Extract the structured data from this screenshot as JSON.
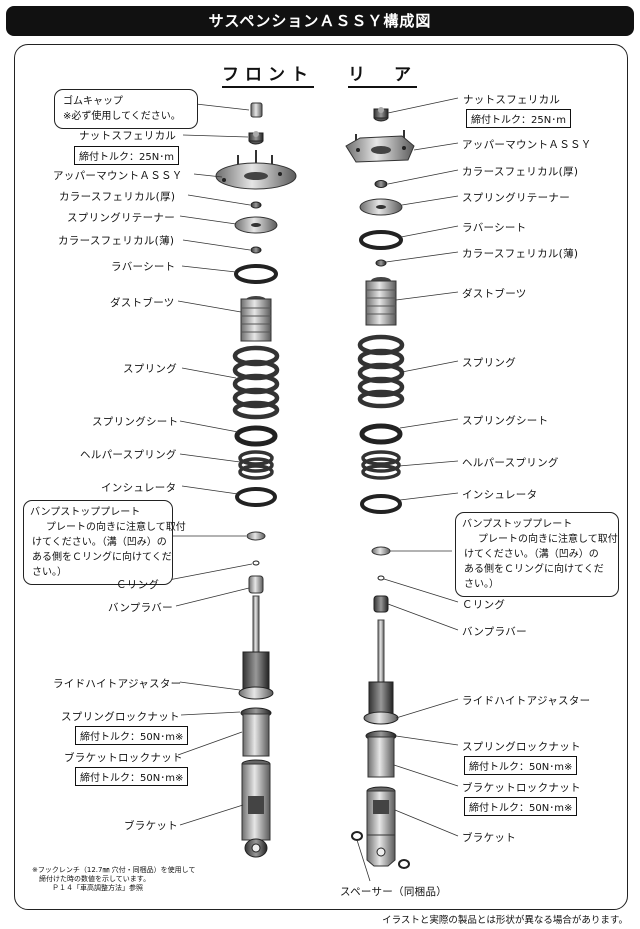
{
  "header": {
    "title": "サスペンションＡＳＳＹ構成図"
  },
  "columns": {
    "front": "フロント",
    "rear": "リ　ア"
  },
  "front": {
    "rubber_cap_note": {
      "title": "ゴムキャップ",
      "body": "※必ず使用してください。"
    },
    "nut_spherical": "ナットスフェリカル",
    "torque_25": "締付トルク：25N･m",
    "upper_mount": "アッパーマウントＡＳＳＹ",
    "collar_thick": "カラースフェリカル(厚)",
    "spring_retainer": "スプリングリテーナー",
    "collar_thin": "カラースフェリカル(薄)",
    "rubber_seat": "ラバーシート",
    "dust_boots": "ダストブーツ",
    "spring": "スプリング",
    "spring_seat": "スプリングシート",
    "helper_spring": "ヘルパースプリング",
    "insulator": "インシュレータ",
    "bump_plate_note": {
      "title": "バンプストッププレート",
      "lines": [
        "プレートの向きに注意して取付",
        "けてください。（溝（凹み）の",
        "ある側をＣリングに向けてくだ",
        "さい。）"
      ]
    },
    "c_ring": "Ｃリング",
    "bump_rubber": "バンプラバー",
    "ride_height": "ライドハイトアジャスター",
    "spring_lock_nut": "スプリングロックナット",
    "torque_50a": "締付トルク：50N･m※",
    "bracket_lock_nut": "ブラケットロックナット",
    "torque_50b": "締付トルク：50N･m※",
    "bracket": "ブラケット"
  },
  "rear": {
    "nut_spherical": "ナットスフェリカル",
    "torque_25": "締付トルク：25N･m",
    "upper_mount": "アッパーマウントＡＳＳＹ",
    "collar_thick": "カラースフェリカル(厚)",
    "spring_retainer": "スプリングリテーナー",
    "rubber_seat": "ラバーシート",
    "collar_thin": "カラースフェリカル(薄)",
    "dust_boots": "ダストブーツ",
    "spring": "スプリング",
    "spring_seat": "スプリングシート",
    "helper_spring": "ヘルパースプリング",
    "insulator": "インシュレータ",
    "bump_plate_note": {
      "title": "バンプストッププレート",
      "lines": [
        "プレートの向きに注意して取付",
        "けてください。（溝（凹み）の",
        "ある側をＣリングに向けてくだ",
        "さい。）"
      ]
    },
    "c_ring": "Ｃリング",
    "bump_rubber": "バンプラバー",
    "ride_height": "ライドハイトアジャスター",
    "spring_lock_nut": "スプリングロックナット",
    "torque_50a": "締付トルク：50N･m※",
    "bracket_lock_nut": "ブラケットロックナット",
    "torque_50b": "締付トルク：50N･m※",
    "bracket": "ブラケット",
    "spacer": "スペーサー（同梱品）"
  },
  "footnote": {
    "line1": "※フックレンチ（12.7㎜ 穴付・同梱品）を使用して",
    "line2": "締付けた時の数値を示しています。",
    "line3": "Ｐ１４「車高調整方法」参照"
  },
  "disclaimer": "イラストと実際の製品とは形状が異なる場合があります。"
}
